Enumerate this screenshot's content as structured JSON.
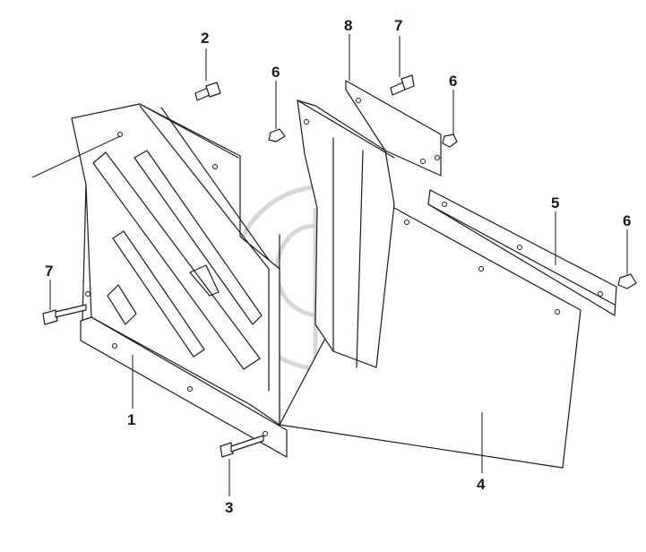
{
  "callouts": [
    {
      "id": "c1",
      "label": "1"
    },
    {
      "id": "c2",
      "label": "2"
    },
    {
      "id": "c3",
      "label": "3"
    },
    {
      "id": "c4",
      "label": "4"
    },
    {
      "id": "c5",
      "label": "5"
    },
    {
      "id": "c6a",
      "label": "6"
    },
    {
      "id": "c6b",
      "label": "6"
    },
    {
      "id": "c6c",
      "label": "6"
    },
    {
      "id": "c7a",
      "label": "7"
    },
    {
      "id": "c7b",
      "label": "7"
    },
    {
      "id": "c8",
      "label": "8"
    }
  ]
}
